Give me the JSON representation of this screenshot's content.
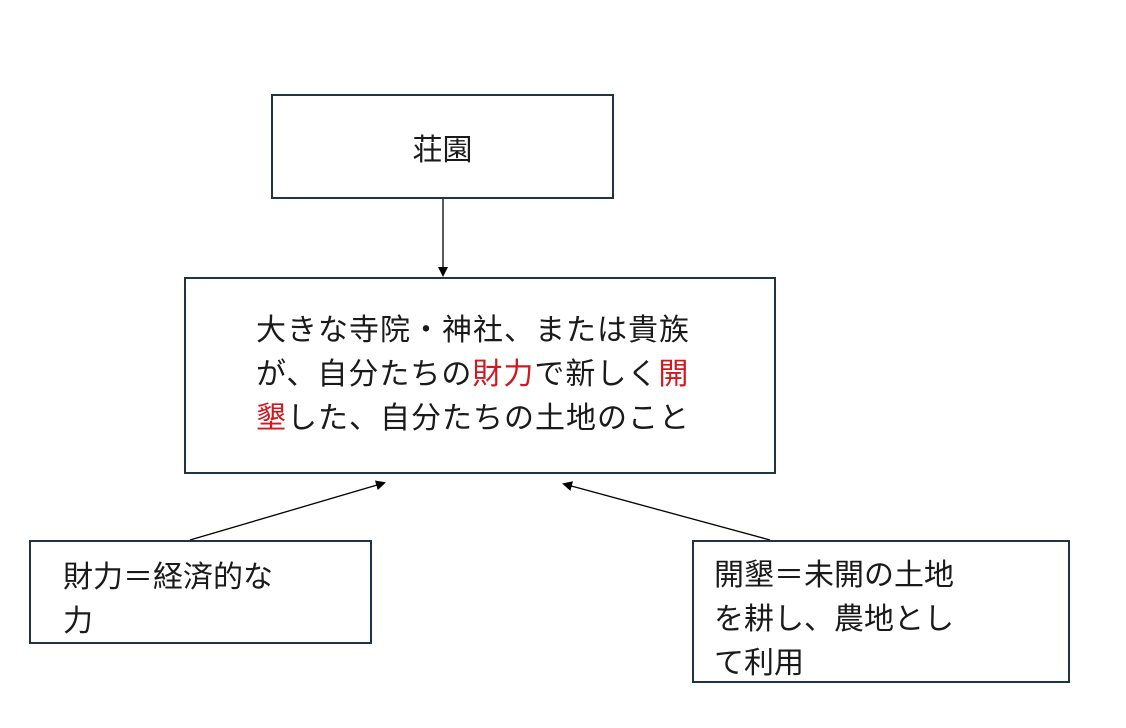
{
  "diagram": {
    "top_box": {
      "label": "荘園"
    },
    "center_box": {
      "line1": "大きな寺院・神社、または貴族",
      "line2_a": "が、自分たちの",
      "line2_b": "財力",
      "line2_c": "で新しく",
      "line2_d": "開",
      "line3_a": "墾",
      "line3_b": "した、自分たちの土地のこと"
    },
    "left_box": {
      "line1": "財力＝経済的な",
      "line2": "力"
    },
    "right_box": {
      "line1": "開墾＝未開の土地",
      "line2": "を耕し、農地とし",
      "line3": "て利用"
    },
    "colors": {
      "border": "#1f3447",
      "highlight": "#d0191e",
      "text": "#1a1a1a"
    }
  }
}
